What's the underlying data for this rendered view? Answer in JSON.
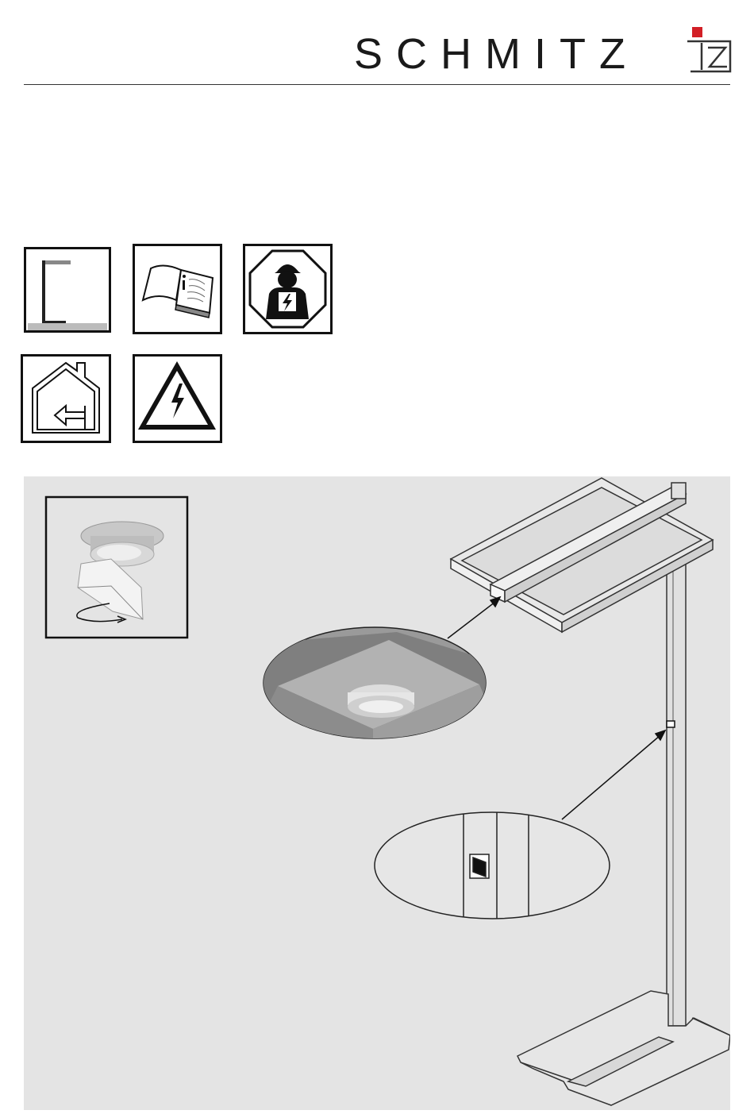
{
  "header": {
    "brand_name": "SCHMITZ",
    "brand_logo": "tz-logo-icon",
    "accent_color": "#d21f26"
  },
  "symbols": [
    {
      "icon": "floor-lamp-icon"
    },
    {
      "icon": "read-manual-icon"
    },
    {
      "icon": "electrician-installation-icon"
    },
    {
      "icon": "indoor-use-only-icon"
    },
    {
      "icon": "electrical-hazard-warning-icon"
    }
  ],
  "illustration": {
    "background_color": "#e4e4e4",
    "subjects": [
      "sensor-rotate-detail",
      "floor-lamp",
      "sensor-closeup",
      "switch-closeup"
    ]
  }
}
